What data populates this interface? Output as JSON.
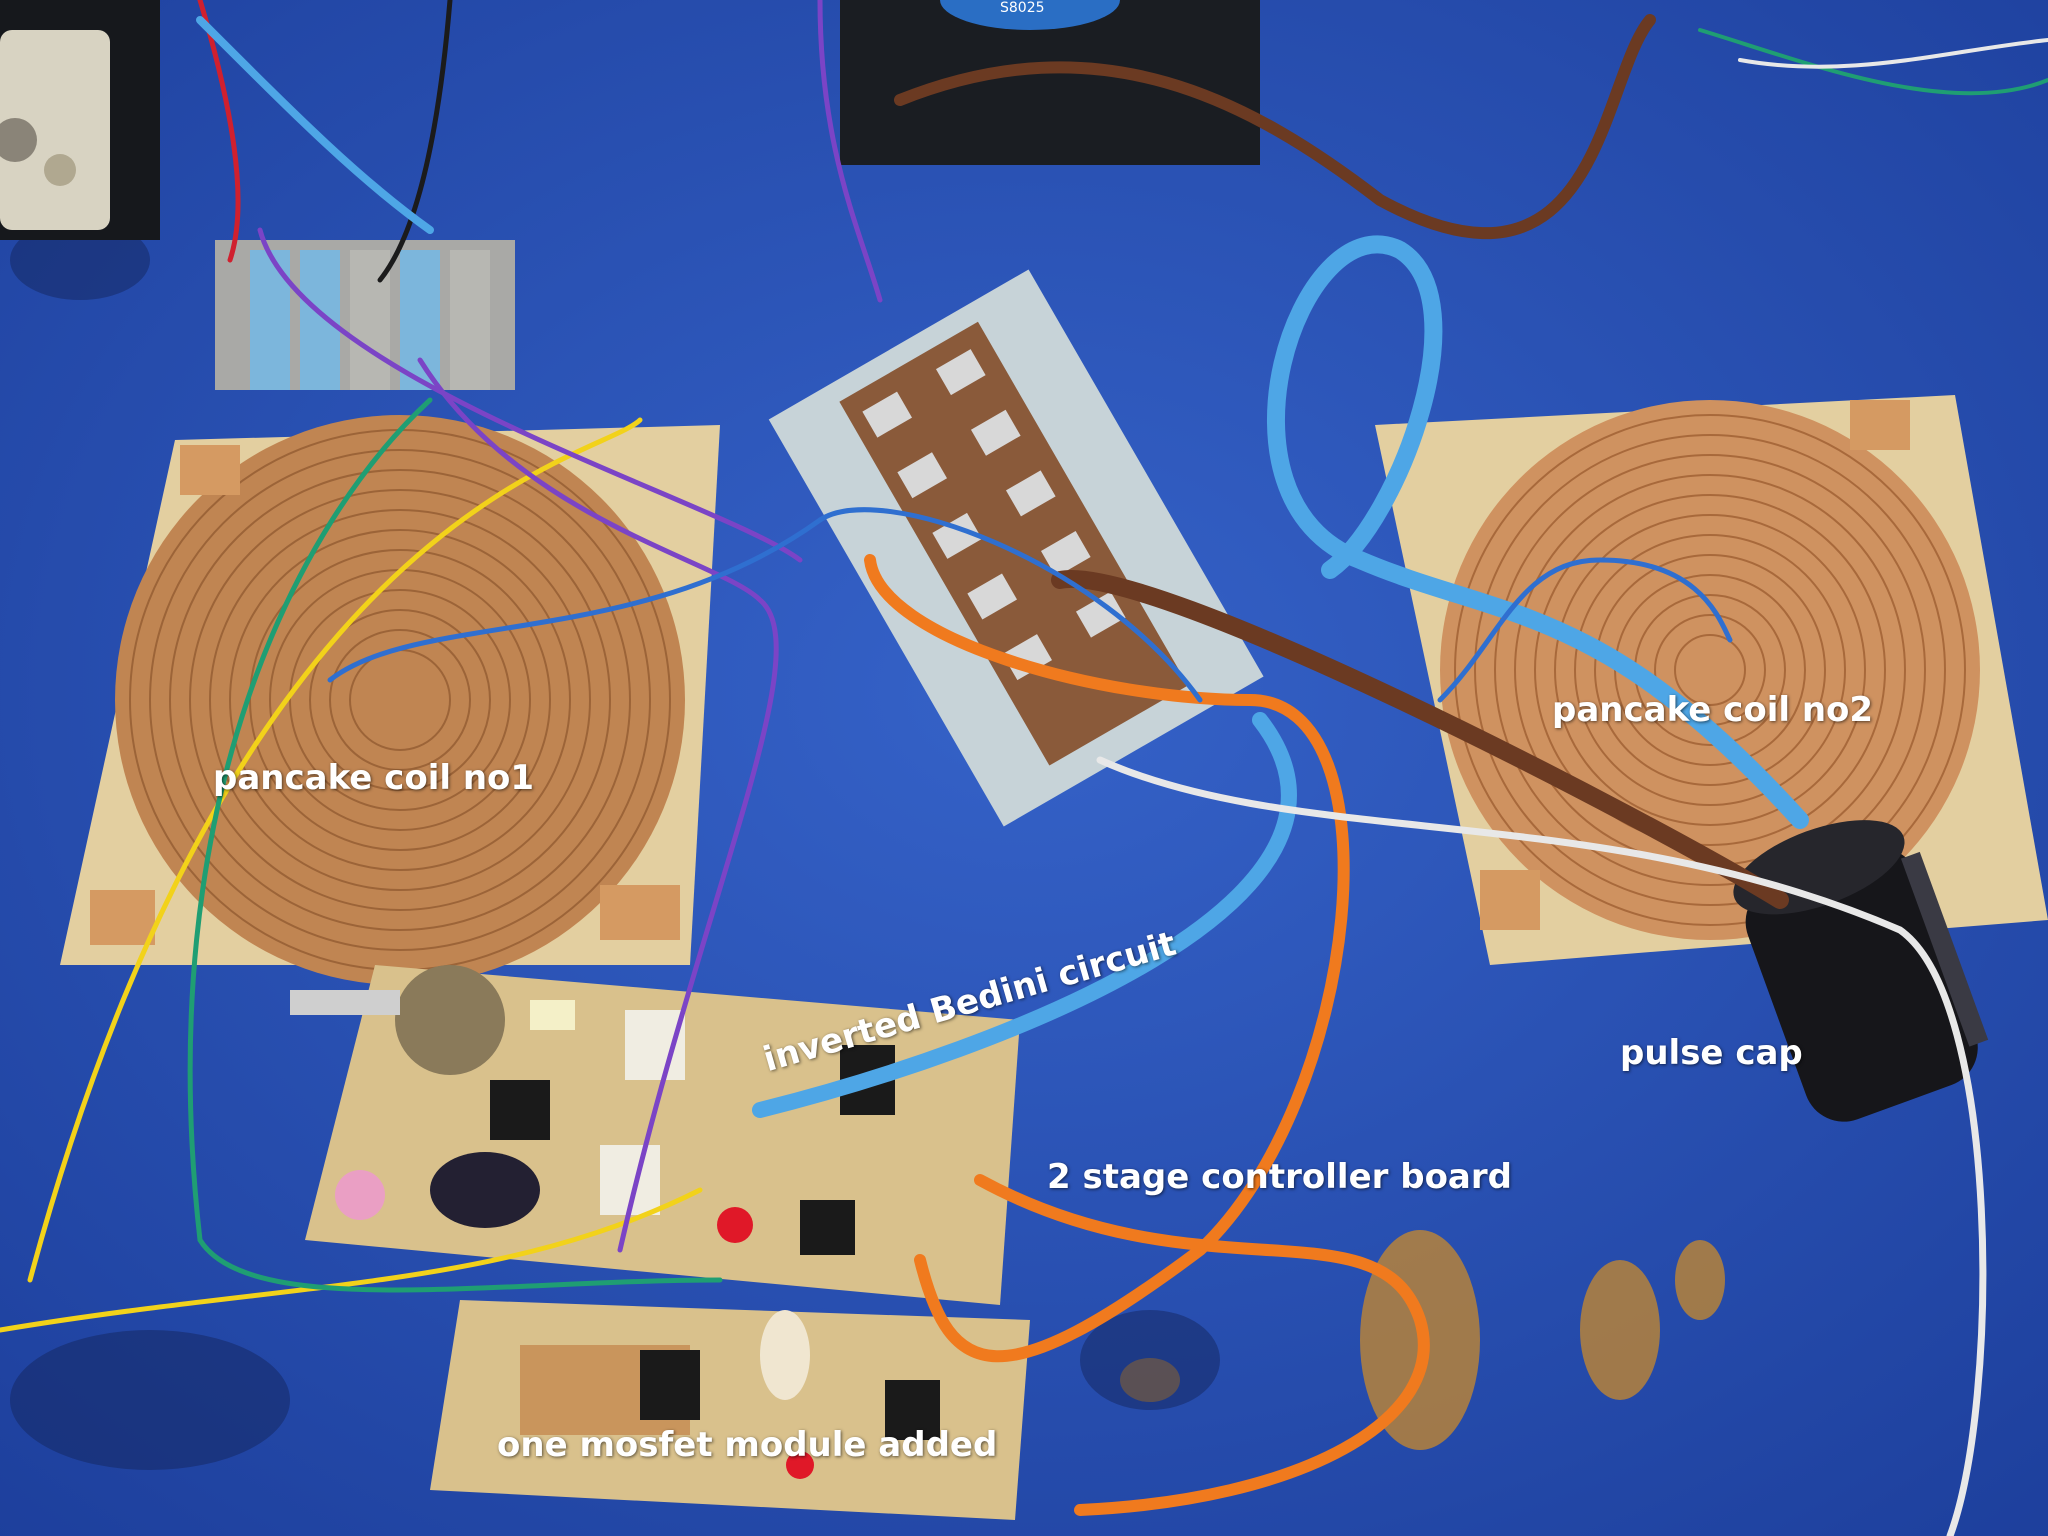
{
  "labels": {
    "coil1": "pancake coil no1",
    "coil2": "pancake coil no2",
    "bedini": "inverted Bedini circuit",
    "pulse_cap": "pulse cap",
    "controller": "2 stage controller board",
    "mosfet": "one mosfet module added"
  },
  "colors": {
    "bench": "#2b52b8",
    "pcb": "#e3cfa0",
    "copper": "#c48550",
    "wire_blue": "#4ea6e6",
    "wire_orange": "#f07a1e",
    "wire_brown": "#6b3a22",
    "wire_green": "#1f9e73",
    "wire_purple": "#7b44c6",
    "wire_yellow": "#f2d21a",
    "wire_white": "#e8e8e8"
  }
}
